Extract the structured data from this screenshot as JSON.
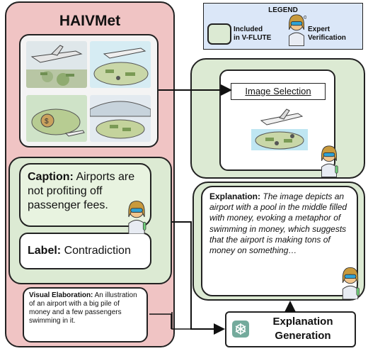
{
  "title": "HAIVMet",
  "legend": {
    "title": "LEGEND",
    "included_line1": "Included",
    "included_line2": "in V-FLUTE",
    "expert_line1": "Expert",
    "expert_line2": "Verification"
  },
  "caption": {
    "label": "Caption:",
    "text": "Airports are not profiting off passenger fees."
  },
  "label_box": {
    "label": "Label:",
    "text": "Contradiction"
  },
  "visual_elaboration": {
    "label": "Visual Elaboration:",
    "text": "An illustration of an airport with a big pile of money and a few passengers swimming in it."
  },
  "image_selection": "Image Selection",
  "explanation": {
    "label": "Explanation:",
    "text": "The image depicts an airport with a pool in the middle filled with money, evoking a metaphor of swimming in money, which suggests that the airport is making tons of money on something…"
  },
  "explanation_generation": {
    "line1": "Explanation",
    "line2": "Generation"
  },
  "icons": {
    "expert": "scientist-avatar-icon",
    "generator": "openai-logo-icon",
    "thumbnail": "airport-money-illustration"
  }
}
